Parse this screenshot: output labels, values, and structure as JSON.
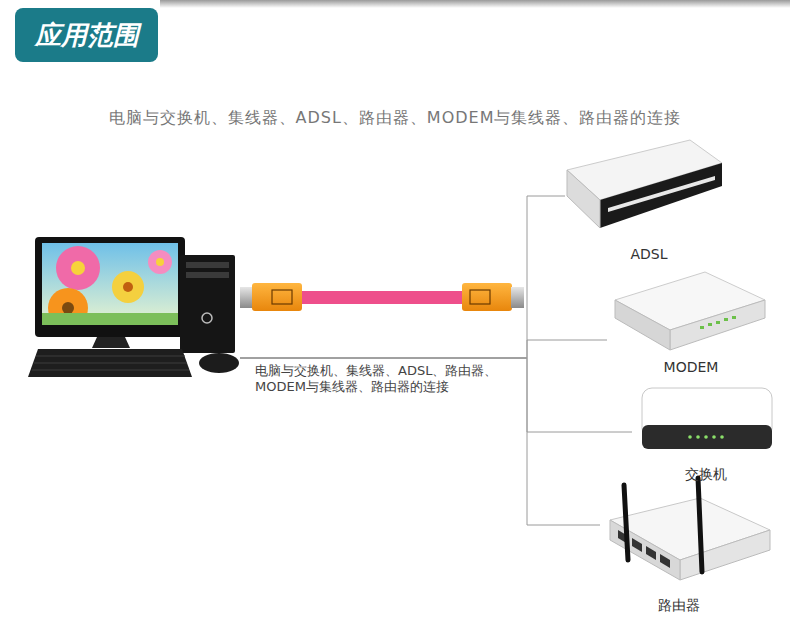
{
  "diagram": {
    "title": "应用范围",
    "nodes": [
      {
        "text": [
          "电脑与交换机、集线器、ADSL、路由器、MODEM与集线器、路由器的连接"
        ]
      },
      {
        "text": [
          "ADSL"
        ]
      },
      {
        "text": [
          "MODEM"
        ]
      },
      {
        "text": [
          "交换机"
        ]
      },
      {
        "text": [
          "路由器"
        ]
      }
    ],
    "edges": [
      {
        "from": 0,
        "to": 1,
        "arrow": "none"
      },
      {
        "from": 0,
        "to": 2,
        "arrow": "none"
      },
      {
        "from": 0,
        "to": 3,
        "arrow": "none"
      },
      {
        "from": 0,
        "to": 4,
        "arrow": "none"
      }
    ],
    "labels": [
      "电脑与交换机、集线器、ADSL、路由器、MODEM与集线器、路由器的连接"
    ]
  }
}
